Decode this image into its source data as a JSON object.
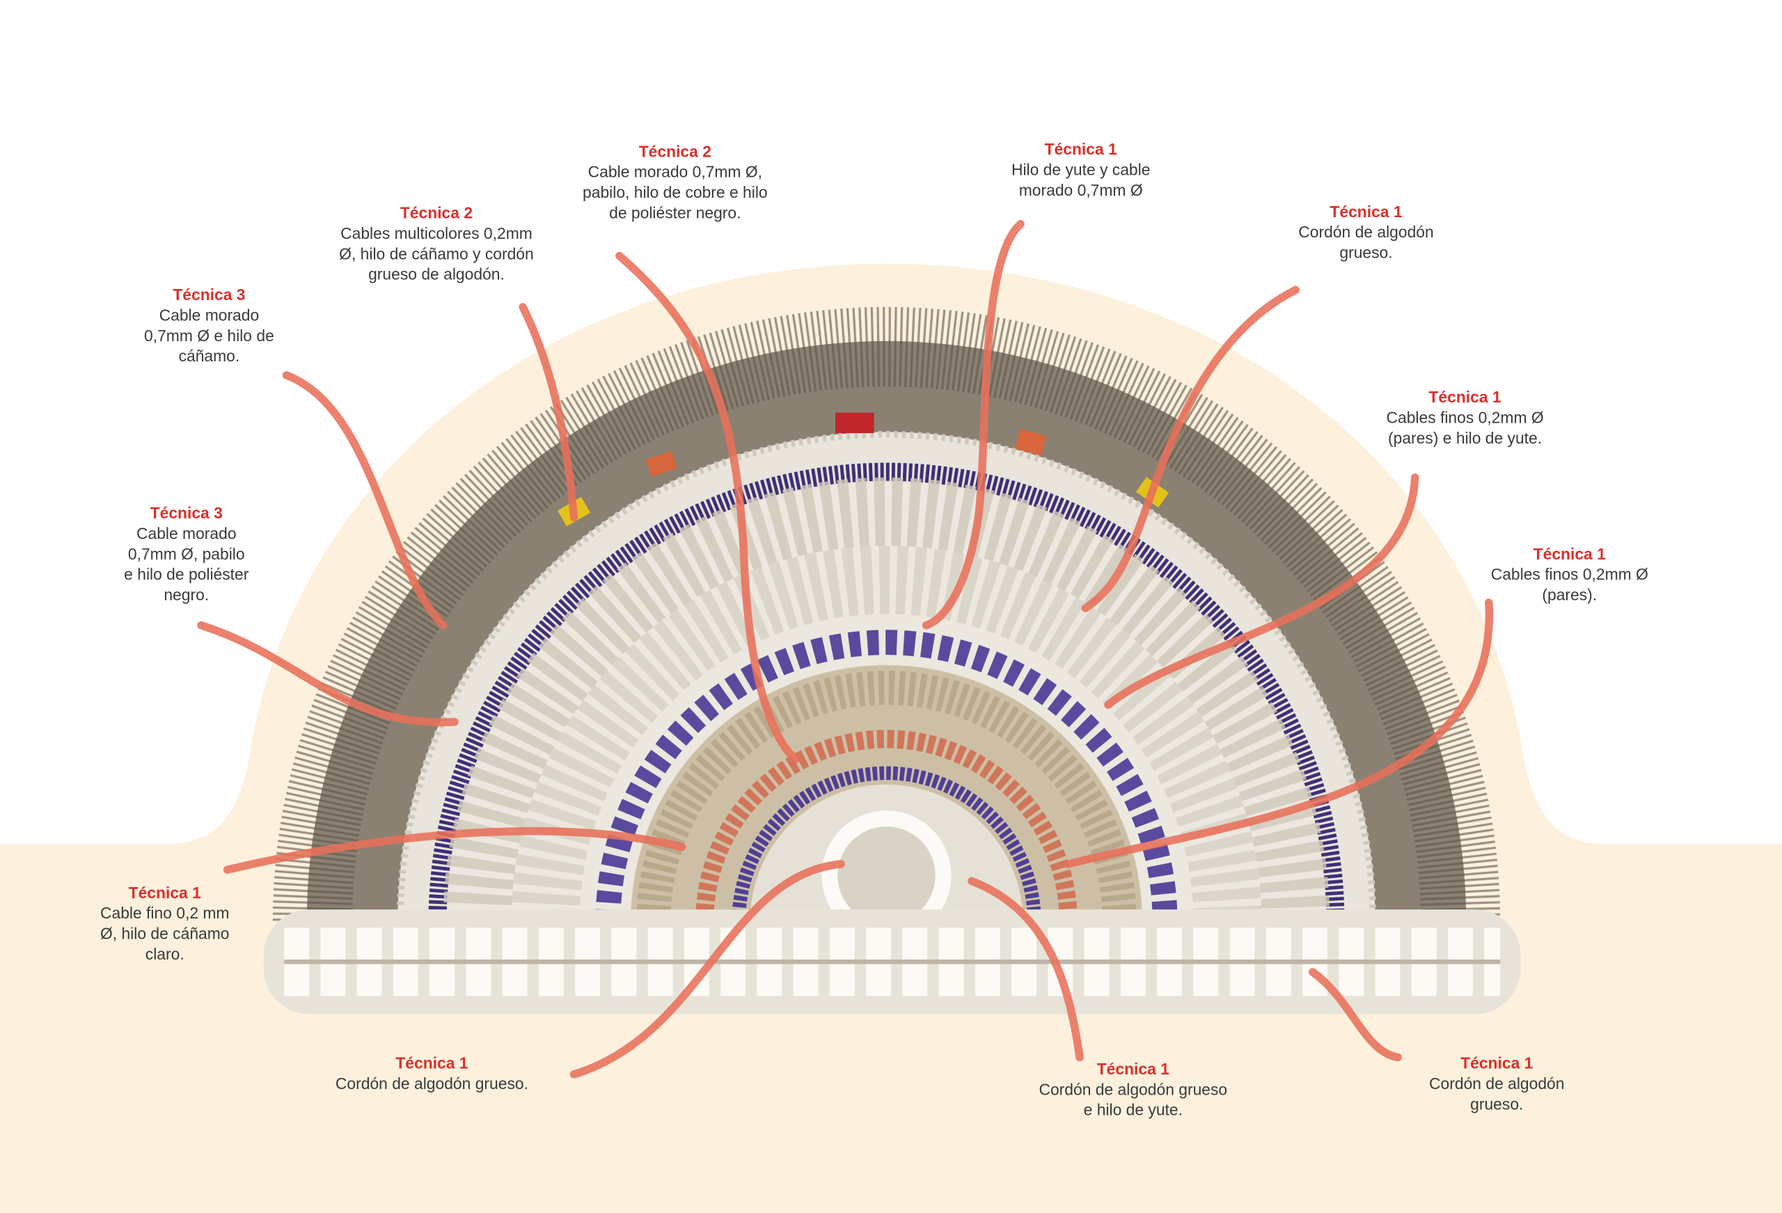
{
  "colors": {
    "title": "#d9302c",
    "callout_line": "#e8705a",
    "background_arch": "#fdf1de",
    "text": "#3a3a3a"
  },
  "callouts": [
    {
      "title": "Técnica 2",
      "lines": [
        "Cable morado 0,7mm Ø,",
        "pabilo, hilo de cobre e hilo",
        "de poliéster negro."
      ]
    },
    {
      "title": "Técnica 2",
      "lines": [
        "Cables multicolores 0,2mm",
        "Ø, hilo de cáñamo y cordón",
        "grueso de algodón."
      ]
    },
    {
      "title": "Técnica 3",
      "lines": [
        "Cable morado",
        "0,7mm Ø e hilo de",
        "cáñamo."
      ]
    },
    {
      "title": "Técnica 3",
      "lines": [
        "Cable morado",
        "0,7mm Ø, pabilo",
        "e hilo de poliéster",
        "negro."
      ]
    },
    {
      "title": "Técnica 1",
      "lines": [
        "Cable fino 0,2 mm",
        "Ø, hilo de cáñamo",
        "claro."
      ]
    },
    {
      "title": "Técnica 1",
      "lines": [
        "Cordón de algodón grueso."
      ]
    },
    {
      "title": "Técnica 1",
      "lines": [
        "Cordón de algodón grueso",
        "e hilo de yute."
      ]
    },
    {
      "title": "Técnica 1",
      "lines": [
        "Cordón de algodón",
        "grueso."
      ]
    },
    {
      "title": "Técnica 1",
      "lines": [
        "Cables finos 0,2mm Ø",
        "(pares)."
      ]
    },
    {
      "title": "Técnica 1",
      "lines": [
        "Cables finos 0,2mm Ø",
        "(pares) e hilo de yute."
      ]
    },
    {
      "title": "Técnica 1",
      "lines": [
        "Cordón de algodón",
        "grueso."
      ]
    },
    {
      "title": "Técnica 1",
      "lines": [
        "Hilo de yute y cable",
        "morado 0,7mm Ø"
      ]
    }
  ]
}
